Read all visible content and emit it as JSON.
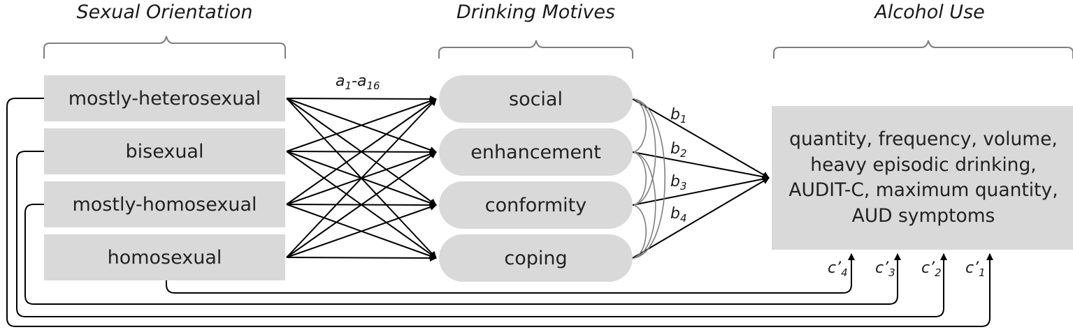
{
  "headers": {
    "sexual_orientation": "Sexual Orientation",
    "drinking_motives": "Drinking Motives",
    "alcohol_use": "Alcohol Use"
  },
  "orientation_boxes": [
    "mostly-heterosexual",
    "bisexual",
    "mostly-homosexual",
    "homosexual"
  ],
  "motive_boxes": [
    "social",
    "enhancement",
    "conformity",
    "coping"
  ],
  "outcome_lines": [
    "quantity, frequency, volume,",
    "heavy episodic drinking,",
    "AUDIT-C, maximum quantity,",
    "AUD symptoms"
  ],
  "path_labels": {
    "a": {
      "base": "a",
      "sub1": "1",
      "sep": "-a",
      "sub2": "16"
    },
    "b": [
      {
        "base": "b",
        "sub": "1"
      },
      {
        "base": "b",
        "sub": "2"
      },
      {
        "base": "b",
        "sub": "3"
      },
      {
        "base": "b",
        "sub": "4"
      }
    ],
    "c": [
      {
        "base": "c’",
        "sub": "4"
      },
      {
        "base": "c’",
        "sub": "3"
      },
      {
        "base": "c’",
        "sub": "2"
      },
      {
        "base": "c’",
        "sub": "1"
      }
    ]
  },
  "colors": {
    "box_fill": "#d9d9d9",
    "arrow": "#000000",
    "covariance": "#7f7f7f",
    "bracket": "#7f7f7f"
  }
}
